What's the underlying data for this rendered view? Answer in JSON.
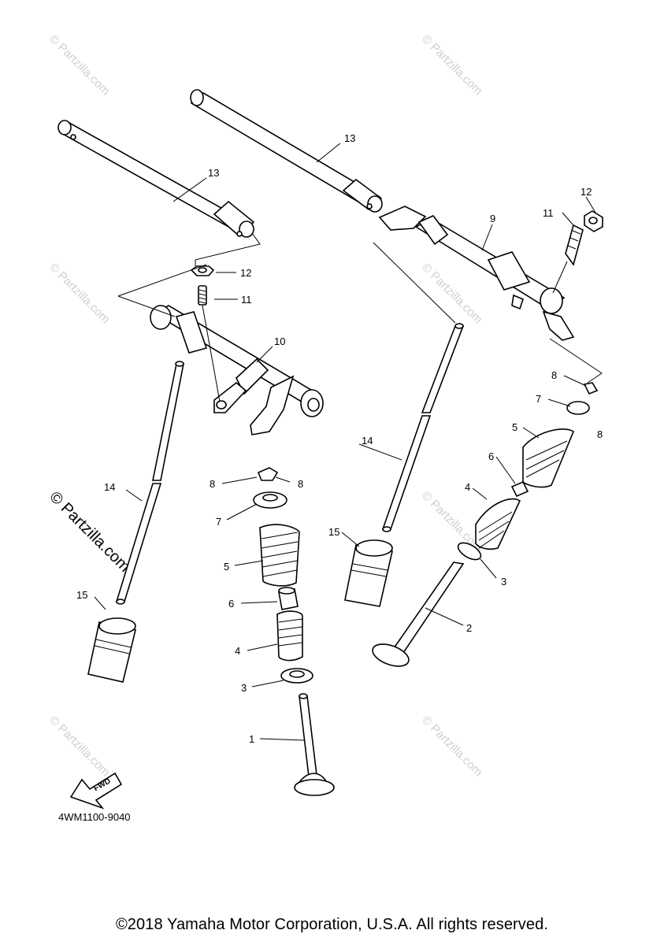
{
  "watermark": "© Partzilla.com",
  "watermark_large": "© Partzilla.com",
  "diagram_code": "4WM1100-9040",
  "fwd_label": "FWD",
  "copyright": "©2018 Yamaha Motor Corporation, U.S.A. All rights reserved.",
  "callouts": {
    "c1": "1",
    "c2": "2",
    "c3a": "3",
    "c3b": "3",
    "c4a": "4",
    "c4b": "4",
    "c5a": "5",
    "c5b": "5",
    "c6a": "6",
    "c6b": "6",
    "c7a": "7",
    "c7b": "7",
    "c8a": "8",
    "c8b": "8",
    "c8c": "8",
    "c8d": "8",
    "c9": "9",
    "c10": "10",
    "c11a": "11",
    "c11b": "11",
    "c12a": "12",
    "c12b": "12",
    "c13a": "13",
    "c13b": "13",
    "c14a": "14",
    "c14b": "14",
    "c15a": "15",
    "c15b": "15"
  }
}
